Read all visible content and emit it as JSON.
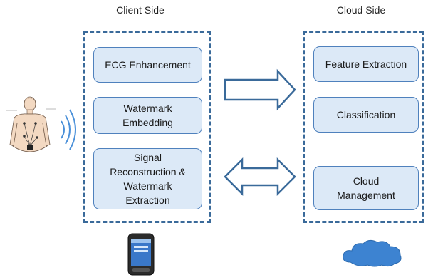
{
  "titles": {
    "client": "Client Side",
    "cloud": "Cloud Side"
  },
  "client_blocks": [
    "ECG Enhancement",
    "Watermark\nEmbedding",
    "Signal\nReconstruction &\nWatermark\nExtraction"
  ],
  "cloud_blocks": [
    "Feature Extraction",
    "Classification",
    "Cloud\nManagement"
  ],
  "colors": {
    "panel_border": "#3a6a9a",
    "block_fill": "#dce9f7",
    "block_border": "#4f81bd",
    "arrow_stroke": "#3a6a9a",
    "cloud_fill": "#3d83d1"
  },
  "icons": [
    "patient-ecg-icon",
    "wireless-signal-icon",
    "smartphone-icon",
    "cloud-icon"
  ]
}
